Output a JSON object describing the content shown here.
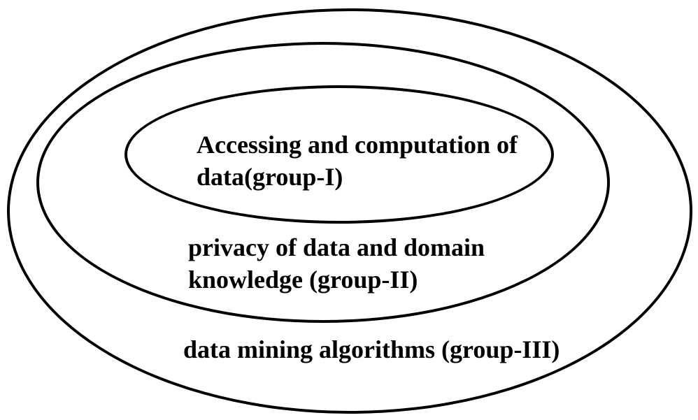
{
  "diagram": {
    "type": "nested-ellipses",
    "background_color": "#ffffff",
    "stroke_color": "#000000",
    "text_color": "#000000",
    "rings": [
      {
        "id": "inner",
        "group": "group-I",
        "lines": [
          "Accessing and computation of",
          "data(group-I)"
        ]
      },
      {
        "id": "middle",
        "group": "group-II",
        "lines": [
          "privacy of data and domain",
          "knowledge (group-II)"
        ]
      },
      {
        "id": "outer",
        "group": "group-III",
        "lines": [
          "data mining algorithms (group-III)"
        ]
      }
    ]
  }
}
